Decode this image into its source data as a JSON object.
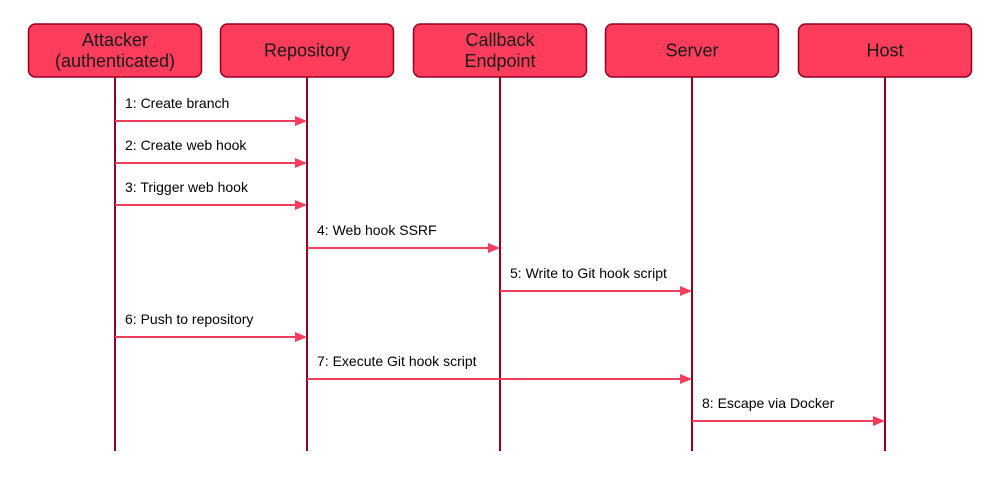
{
  "diagram": {
    "type": "sequence",
    "colors": {
      "actor_fill": "#fe3c5b",
      "actor_border": "#960020",
      "lifeline": "#960020",
      "arrow": "#f23e5c",
      "text": "#000000"
    },
    "actors": [
      {
        "id": "attacker",
        "lines": [
          "Attacker",
          "(authenticated)"
        ]
      },
      {
        "id": "repository",
        "lines": [
          "Repository"
        ]
      },
      {
        "id": "callback",
        "lines": [
          "Callback",
          "Endpoint"
        ]
      },
      {
        "id": "server",
        "lines": [
          "Server"
        ]
      },
      {
        "id": "host",
        "lines": [
          "Host"
        ]
      }
    ],
    "messages": [
      {
        "from": "attacker",
        "to": "repository",
        "label": "1: Create branch"
      },
      {
        "from": "attacker",
        "to": "repository",
        "label": "2: Create web hook"
      },
      {
        "from": "attacker",
        "to": "repository",
        "label": "3: Trigger web hook"
      },
      {
        "from": "repository",
        "to": "callback",
        "label": "4: Web hook SSRF"
      },
      {
        "from": "callback",
        "to": "server",
        "label": "5: Write to Git hook script"
      },
      {
        "from": "attacker",
        "to": "repository",
        "label": "6: Push to repository"
      },
      {
        "from": "repository",
        "to": "server",
        "label": "7: Execute Git hook script"
      },
      {
        "from": "server",
        "to": "host",
        "label": "8: Escape via Docker"
      }
    ]
  }
}
